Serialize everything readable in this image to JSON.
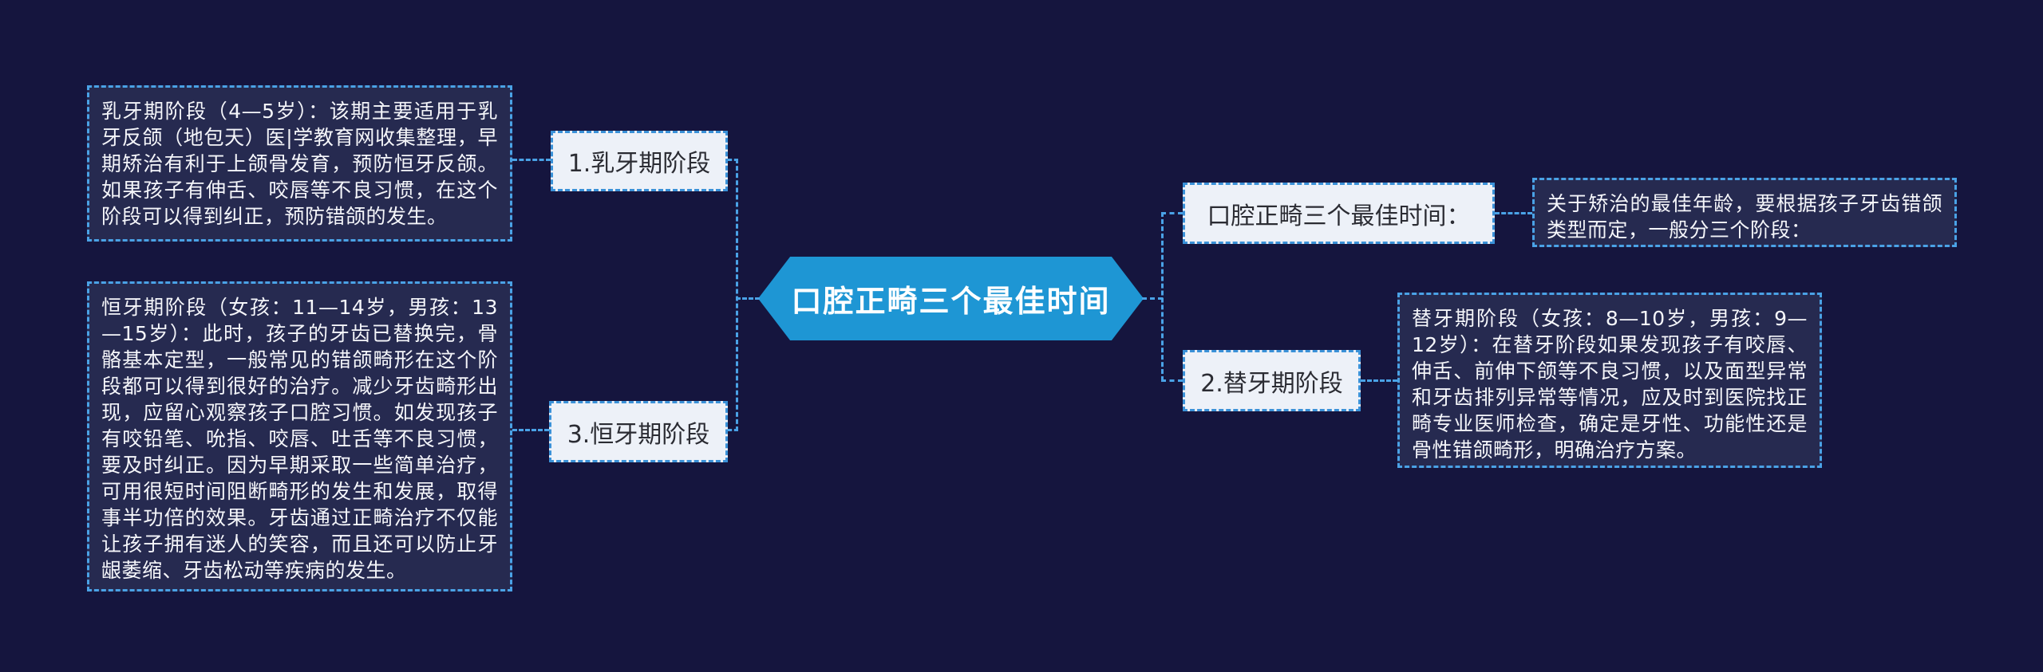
{
  "palette": {
    "background": "#15153e",
    "panel_fill": "#262a50",
    "panel_border": "#4aa2e6",
    "node_fill": "#edf1f8",
    "node_border": "#3a91d8",
    "node_text": "#2b2c33",
    "hexagon_fill": "#1e96d4",
    "connector": "#4aa2e6",
    "panel_text": "#f5f6fa"
  },
  "center_node": {
    "label": "口腔正畸三个最佳时间"
  },
  "nodes": {
    "primary": {
      "label": "1.乳牙期阶段"
    },
    "permanent": {
      "label": "3.恒牙期阶段"
    },
    "mixed": {
      "label": "2.替牙期阶段"
    },
    "right_title": {
      "label": "口腔正畸三个最佳时间："
    }
  },
  "panels": {
    "primary_detail": {
      "text": "乳牙期阶段（4—5岁）：该期主要适用于乳牙反颌（地包天）医|学教育网收集整理，早期矫治有利于上颌骨发育，预防恒牙反颌。如果孩子有伸舌、咬唇等不良习惯，在这个阶段可以得到纠正，预防错颌的发生。"
    },
    "permanent_detail": {
      "text": "恒牙期阶段（女孩：11—14岁，男孩：13—15岁）：此时，孩子的牙齿已替换完，骨骼基本定型，一般常见的错颌畸形在这个阶段都可以得到很好的治疗。减少牙齿畸形出现，应留心观察孩子口腔习惯。如发现孩子有咬铅笔、吮指、咬唇、吐舌等不良习惯，要及时纠正。因为早期采取一些简单治疗，可用很短时间阻断畸形的发生和发展，取得事半功倍的效果。牙齿通过正畸治疗不仅能让孩子拥有迷人的笑容，而且还可以防止牙龈萎缩、牙齿松动等疾病的发生。"
    },
    "timing_intro": {
      "text": "关于矫治的最佳年龄，要根据孩子牙齿错颌类型而定，一般分三个阶段："
    },
    "mixed_detail": {
      "text": "替牙期阶段（女孩：8—10岁，男孩：9—12岁）：在替牙阶段如果发现孩子有咬唇、伸舌、前伸下颌等不良习惯，以及面型异常和牙齿排列异常等情况，应及时到医院找正畸专业医师检查，确定是牙性、功能性还是骨性错颌畸形，明确治疗方案。"
    }
  }
}
